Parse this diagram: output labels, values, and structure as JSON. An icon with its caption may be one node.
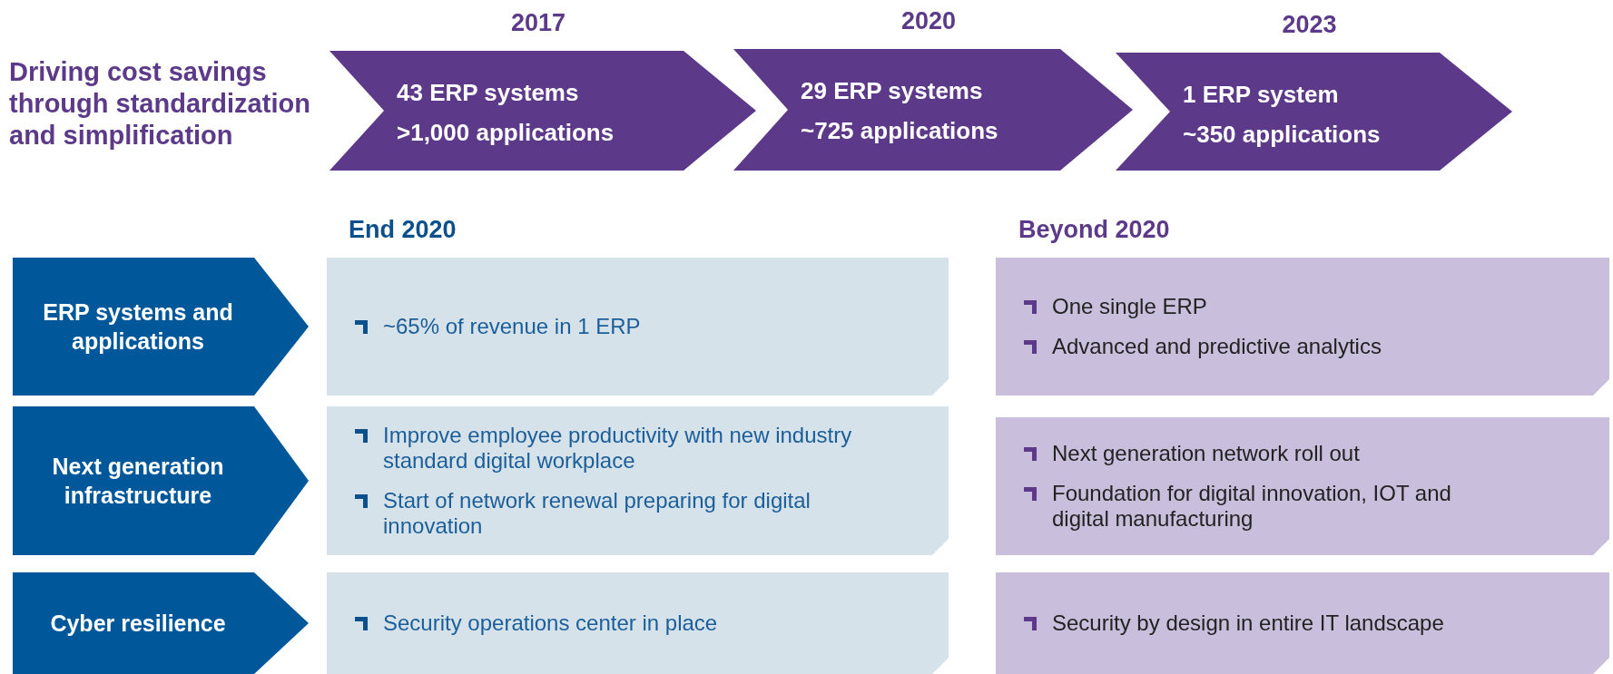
{
  "diagram": {
    "title": "Driving cost savings through standardization and simplification",
    "nodes": [
      {
        "text": [
          "2017",
          "43 ERP systems",
          ">1,000 applications"
        ]
      },
      {
        "text": [
          "2020",
          "29 ERP systems",
          "~725 applications"
        ]
      },
      {
        "text": [
          "2023",
          "1 ERP system",
          "~350 applications"
        ]
      },
      {
        "text": [
          "ERP systems and applications"
        ]
      },
      {
        "text": [
          "~65% of revenue in 1 ERP"
        ]
      },
      {
        "text": [
          "One single ERP",
          "Advanced and predictive analytics"
        ]
      },
      {
        "text": [
          "Next generation infrastructure"
        ]
      },
      {
        "text": [
          "Improve employee productivity with new industry standard digital workplace",
          "Start of network renewal preparing for digital innovation"
        ]
      },
      {
        "text": [
          "Next generation network roll out",
          "Foundation for digital innovation, IOT and digital manufacturing"
        ]
      },
      {
        "text": [
          "Cyber resilience"
        ]
      },
      {
        "text": [
          "Security operations center in place"
        ]
      },
      {
        "text": [
          "Security by design in entire IT landscape"
        ]
      }
    ],
    "labels": [
      "End 2020",
      "Beyond 2020"
    ]
  }
}
